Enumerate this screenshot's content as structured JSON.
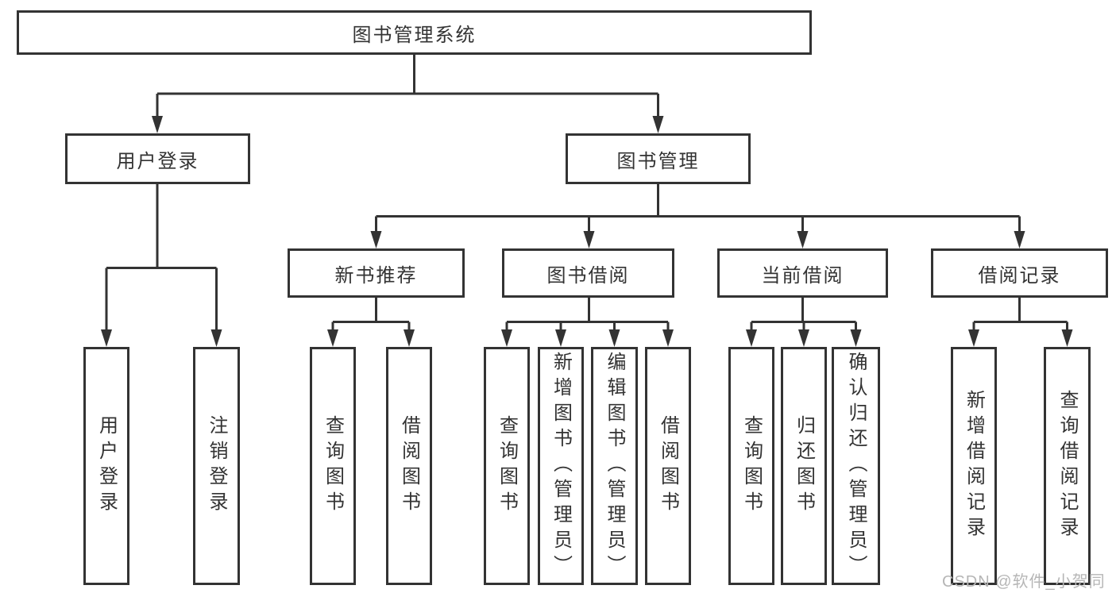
{
  "diagram": {
    "root": {
      "label": "图书管理系统"
    },
    "level2": [
      {
        "id": "user-login",
        "label": "用户登录"
      },
      {
        "id": "book-management",
        "label": "图书管理"
      }
    ],
    "level3": [
      {
        "id": "new-book-recommend",
        "label": "新书推荐"
      },
      {
        "id": "book-borrow",
        "label": "图书借阅"
      },
      {
        "id": "current-borrow",
        "label": "当前借阅"
      },
      {
        "id": "borrow-records",
        "label": "借阅记录"
      }
    ],
    "leaves": [
      {
        "id": "user-login-leaf",
        "label": "用户登录"
      },
      {
        "id": "logout-leaf",
        "label": "注销登录"
      },
      {
        "id": "query-books-recommend",
        "label": "查询图书"
      },
      {
        "id": "borrow-books-recommend",
        "label": "借阅图书"
      },
      {
        "id": "query-books-borrow",
        "label": "查询图书"
      },
      {
        "id": "add-book-admin",
        "label": "新增图书（管理员）"
      },
      {
        "id": "edit-book-admin",
        "label": "编辑图书（管理员）"
      },
      {
        "id": "borrow-books-borrow",
        "label": "借阅图书"
      },
      {
        "id": "query-books-current",
        "label": "查询图书"
      },
      {
        "id": "return-book",
        "label": "归还图书"
      },
      {
        "id": "confirm-return-admin",
        "label": "确认归还（管理员）"
      },
      {
        "id": "add-borrow-record",
        "label": "新增借阅记录"
      },
      {
        "id": "query-borrow-record",
        "label": "查询借阅记录"
      }
    ]
  },
  "watermark": "CSDN @软件_小贺同学",
  "colors": {
    "line": "#333333",
    "box_border": "#333333",
    "text": "#333333",
    "background": "#ffffff",
    "watermark": "#b6b6b6"
  }
}
